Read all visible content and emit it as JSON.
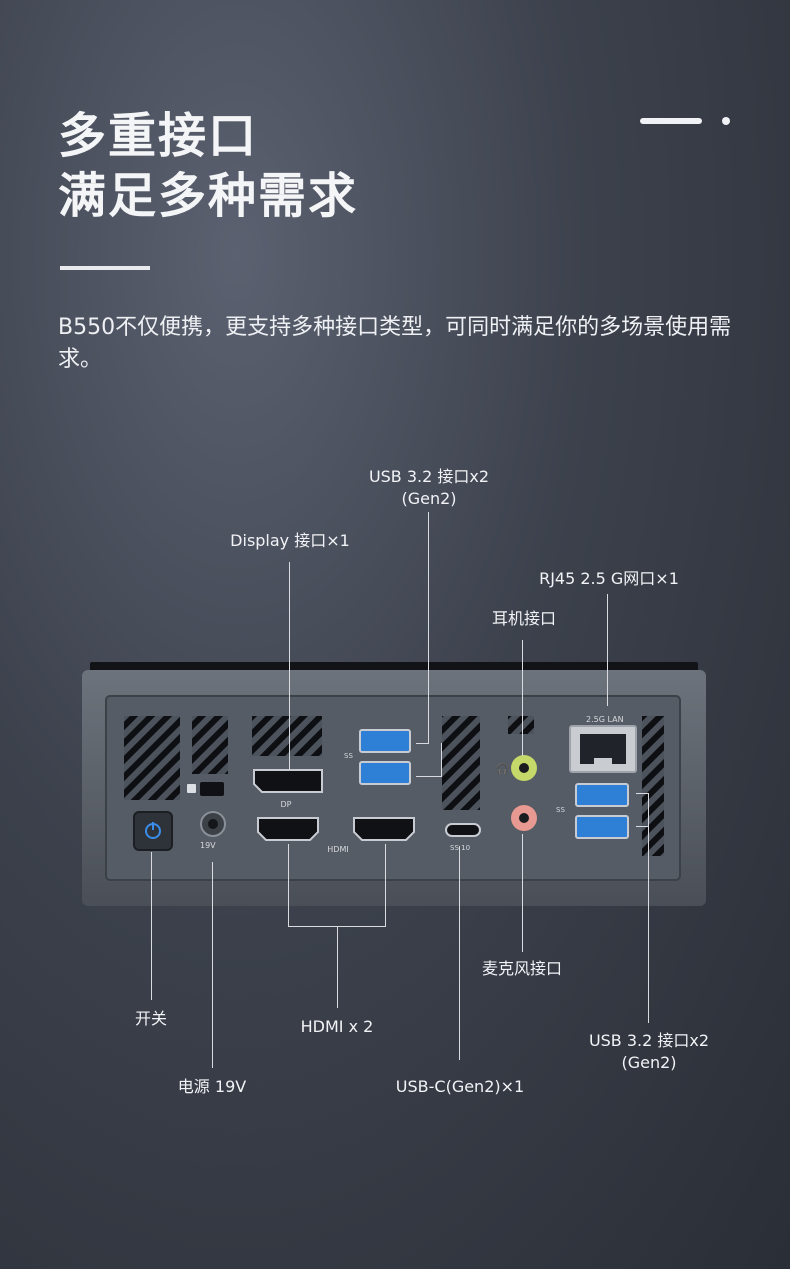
{
  "header": {
    "title_line1": "多重接口",
    "title_line2": "满足多种需求",
    "description": "B550不仅便携，更支持多种接口类型，可同时满足你的多场景使用需求。"
  },
  "device_prints": {
    "dp": "DP",
    "hdmi": "HDMI",
    "lan": "2.5G LAN",
    "power_rating": "19V",
    "usb_ss": "SS",
    "usbc_ss": "SS 10"
  },
  "labels": {
    "usb_top_line1": "USB 3.2 接口x2",
    "usb_top_line2": "(Gen2)",
    "display": "Display 接口×1",
    "rj45": "RJ45 2.5 G网口×1",
    "headphone": "耳机接口",
    "mic": "麦克风接口",
    "power_switch": "开关",
    "hdmi": "HDMI x 2",
    "usb_right_line1": "USB 3.2 接口x2",
    "usb_right_line2": "(Gen2)",
    "power_in": "电源 19V",
    "usbc": "USB-C(Gen2)×1"
  },
  "colors": {
    "usb_blue": "#2e7fd6",
    "power_led": "#3a8de8",
    "headphone_jack": "#c5d86a",
    "mic_jack": "#e89a92"
  }
}
